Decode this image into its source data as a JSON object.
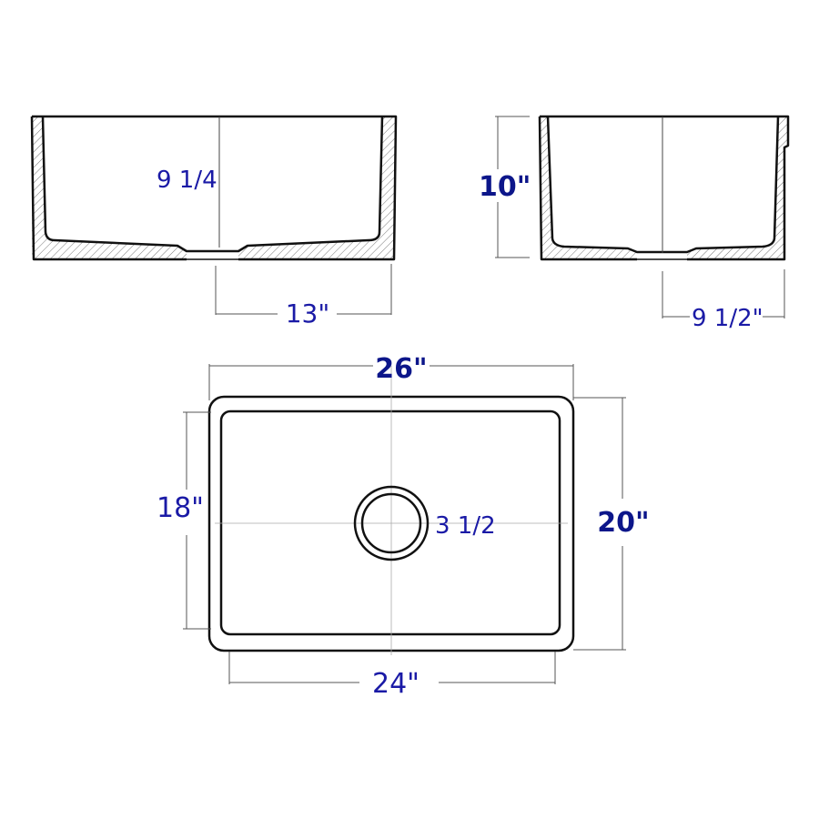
{
  "front_view": {
    "depth_label": "9 1/4",
    "half_width_label": "13\""
  },
  "side_view": {
    "height_label": "10\"",
    "half_depth_label": "9 1/2\""
  },
  "top_view": {
    "outer_width_label": "26\"",
    "outer_depth_label": "20\"",
    "inner_depth_label": "18\"",
    "inner_width_label": "24\"",
    "drain_label": "3 1/2"
  },
  "colors": {
    "label": "#1a1aa6",
    "bold_label": "#0c168a",
    "outline": "#111111"
  }
}
